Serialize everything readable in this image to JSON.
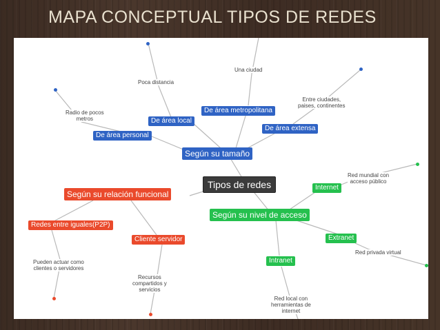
{
  "slide": {
    "title": "MAPA CONCEPTUAL TIPOS DE REDES"
  },
  "map": {
    "root": "Tipos de redes",
    "tamano": {
      "label": "Según su tamaño",
      "personal": "De área personal",
      "local": "De área local",
      "metropolitana": "De área metropolitana",
      "extensa": "De área extensa",
      "notes": {
        "personal_line1": "Radio de pocos",
        "personal_line2": "metros",
        "local": "Poca distancia",
        "metropolitana": "Una ciudad",
        "extensa_line1": "Entre ciudades,",
        "extensa_line2": "paises, continentes"
      }
    },
    "relacion": {
      "label": "Según su relación funcional",
      "p2p": "Redes entre iguales(P2P)",
      "cliente": "Cliente servidor",
      "notes": {
        "p2p_line1": "Pueden actuar como",
        "p2p_line2": "clientes o servidores",
        "cliente_line1": "Recursos",
        "cliente_line2": "compartidos y",
        "cliente_line3": "servicios"
      }
    },
    "acceso": {
      "label": "Según su nivel de acceso",
      "internet": "Internet",
      "extranet": "Extranet",
      "intranet": "Intranet",
      "notes": {
        "internet_line1": "Red mundial con",
        "internet_line2": "acceso público",
        "extranet": "Red privada virtual",
        "intranet_line1": "Red local con",
        "intranet_line2": "herramientas de",
        "intranet_line3": "internet"
      }
    },
    "colors": {
      "tamano": "#2f63c4",
      "relacion": "#ea4a2c",
      "acceso": "#25c04e",
      "root": "#3b3b3b",
      "connector": "#b5b5b5"
    }
  }
}
